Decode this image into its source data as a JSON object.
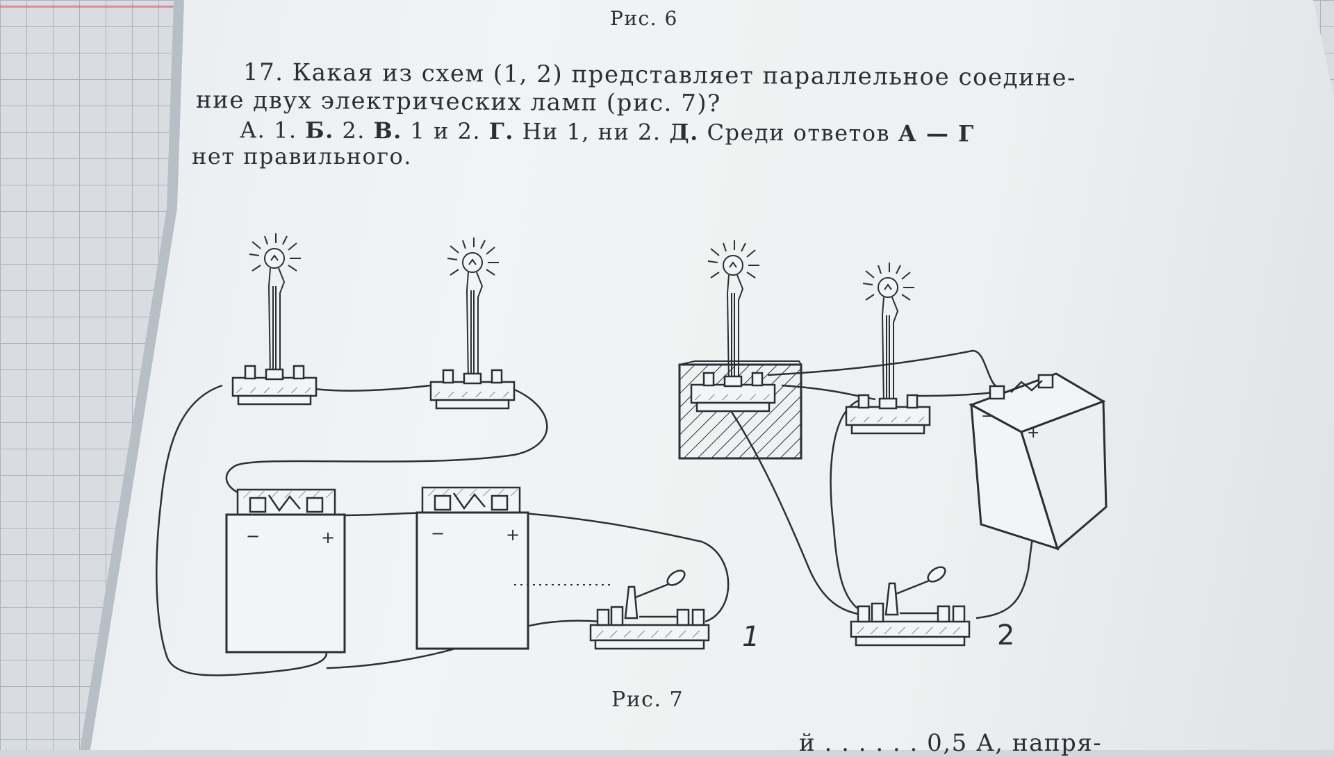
{
  "figure_above": "Рис. 6",
  "question": {
    "line1": "17. Какая из схем (1, 2) представляет параллельное соедине-",
    "line2": "ние двух электрических ламп (рис. 7)?"
  },
  "answers": {
    "a_key": "А.",
    "a_val": " 1. ",
    "b_key": "Б.",
    "b_val": " 2. ",
    "v_key": "В.",
    "v_val": " 1 и 2. ",
    "g_key": "Г.",
    "g_val": " Ни 1, ни 2. ",
    "d_key": "Д.",
    "d_val": " Среди ответов ",
    "range": "А — Г",
    "line2": "нет правильного."
  },
  "scheme_labels": [
    "1",
    "2"
  ],
  "battery_minus": "−",
  "battery_plus": "+",
  "figure_caption": "Рис. 7",
  "bottom_cut_text": "й . . . . . . 0,5 А, напря-"
}
